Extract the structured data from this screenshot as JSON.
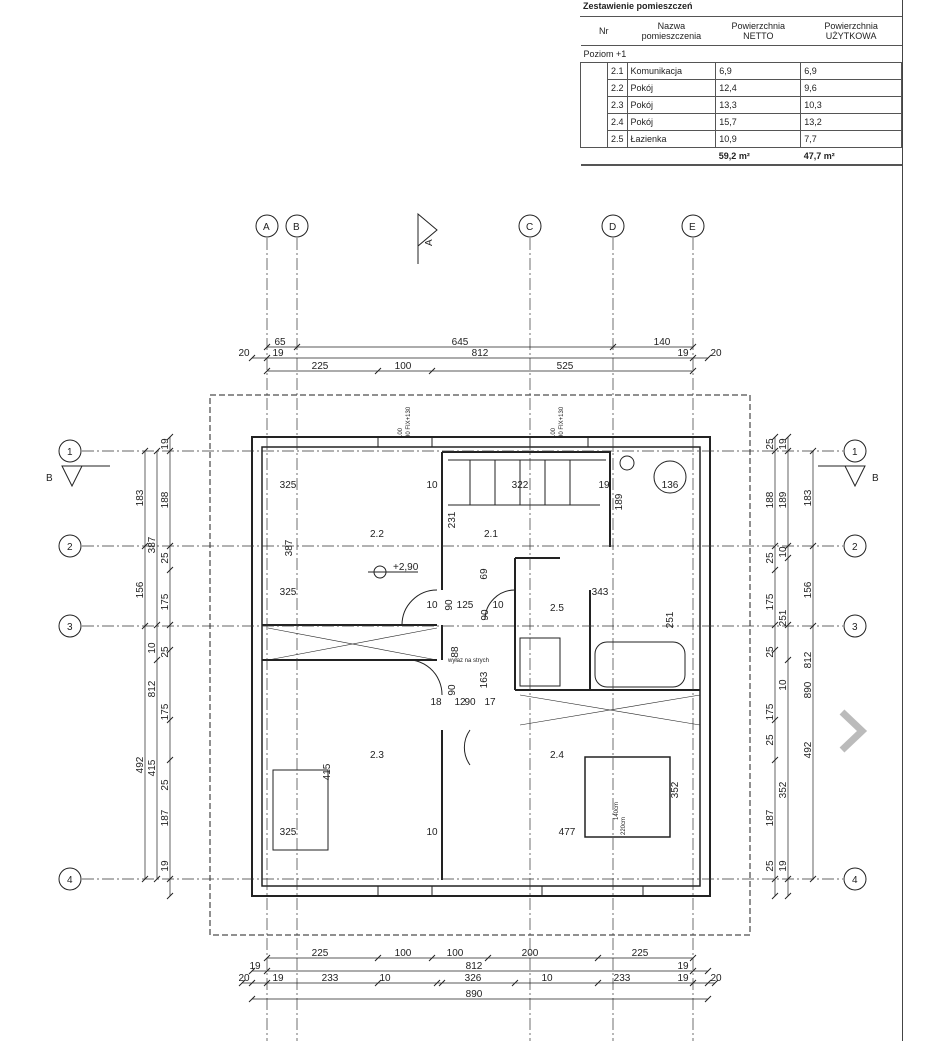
{
  "table": {
    "title": "Zestawienie pomieszczeń",
    "headers": {
      "nr": "Nr",
      "name": "Nazwa pomieszczenia",
      "netto": "Powierzchnia NETTO",
      "uzytkowa": "Powierzchnia UŻYTKOWA"
    },
    "level": "Poziom +1",
    "rows": [
      {
        "nr": "2.1",
        "name": "Komunikacja",
        "netto": "6,9",
        "uzytkowa": "6,9"
      },
      {
        "nr": "2.2",
        "name": "Pokój",
        "netto": "12,4",
        "uzytkowa": "9,6"
      },
      {
        "nr": "2.3",
        "name": "Pokój",
        "netto": "13,3",
        "uzytkowa": "10,3"
      },
      {
        "nr": "2.4",
        "name": "Pokój",
        "netto": "15,7",
        "uzytkowa": "13,2"
      },
      {
        "nr": "2.5",
        "name": "Łazienka",
        "netto": "10,9",
        "uzytkowa": "7,7"
      }
    ],
    "total_netto": "59,2 m²",
    "total_uzytkowa": "47,7 m²"
  },
  "plan": {
    "axes_v": [
      "A",
      "B",
      "C",
      "D",
      "E"
    ],
    "axes_h": [
      "1",
      "2",
      "3",
      "4"
    ],
    "section_a": "A",
    "section_b": "B",
    "rooms": [
      "2.2",
      "2.1",
      "2.5",
      "2.3",
      "2.4"
    ],
    "level_mark": "+2,90",
    "attic_hatch": "wyłaz na strych",
    "top_dims_1": [
      "65",
      "645",
      "140"
    ],
    "top_dims_2": [
      "20",
      "19",
      "812",
      "19",
      "20"
    ],
    "top_dims_3": [
      "225",
      "100",
      "525"
    ],
    "bottom_dims_1": [
      "225",
      "100",
      "100",
      "200",
      "225"
    ],
    "bottom_dims_2": [
      "19",
      "812",
      "19"
    ],
    "bottom_dims_3": [
      "20",
      "19",
      "233",
      "10",
      "326",
      "10",
      "233",
      "19",
      "20"
    ],
    "bottom_dims_4": [
      "890"
    ],
    "left_dims_1": [
      "183",
      "156",
      "492"
    ],
    "left_dims_2": [
      "387",
      "10",
      "812",
      "415"
    ],
    "left_dims_3": [
      "19",
      "188",
      "25",
      "175",
      "25",
      "175",
      "25",
      "187",
      "19"
    ],
    "right_dims_1": [
      "25",
      "188",
      "25",
      "175",
      "25",
      "175",
      "25",
      "187",
      "25"
    ],
    "right_dims_2": [
      "19",
      "189",
      "10",
      "251",
      "10",
      "352",
      "19"
    ],
    "right_dims_3": [
      "183",
      "156",
      "812",
      "890",
      "492"
    ],
    "inner_dims": [
      "325",
      "10",
      "322",
      "19",
      "136",
      "231",
      "387",
      "325",
      "10",
      "125",
      "10",
      "90",
      "69",
      "90",
      "343",
      "251",
      "88",
      "163",
      "90",
      "18",
      "12",
      "90",
      "17",
      "415",
      "325",
      "10",
      "477",
      "352",
      "189"
    ],
    "windows": [
      "100",
      "90 FIX+130"
    ],
    "beds": [
      "140cm",
      "220cm"
    ]
  },
  "viewer": {
    "next_icon": "chevron-right-icon"
  }
}
